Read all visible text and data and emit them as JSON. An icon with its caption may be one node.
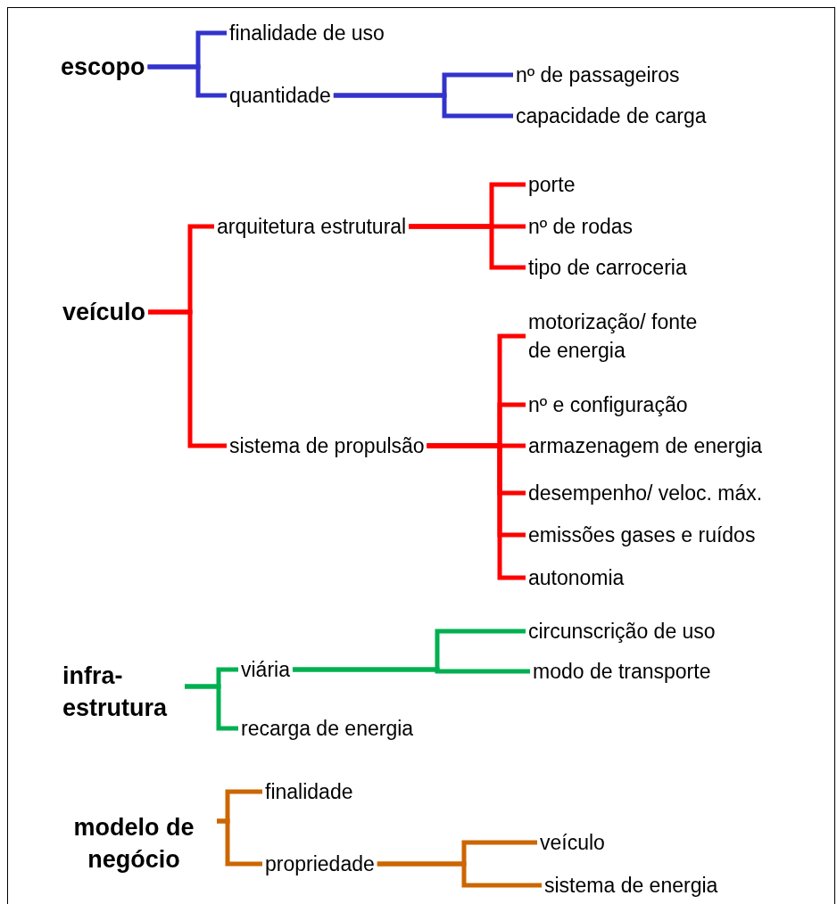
{
  "diagram": {
    "nodes": [
      {
        "text": [
          "escopo"
        ]
      },
      {
        "text": [
          "finalidade de uso"
        ]
      },
      {
        "text": [
          "quantidade"
        ]
      },
      {
        "text": [
          "nº de passageiros"
        ]
      },
      {
        "text": [
          "capacidade de carga"
        ]
      },
      {
        "text": [
          "veículo"
        ]
      },
      {
        "text": [
          "arquitetura estrutural"
        ]
      },
      {
        "text": [
          "porte"
        ]
      },
      {
        "text": [
          "nº de rodas"
        ]
      },
      {
        "text": [
          "tipo de carroceria"
        ]
      },
      {
        "text": [
          "sistema de propulsão"
        ]
      },
      {
        "text": [
          "motorização/ fonte de energia"
        ]
      },
      {
        "text": [
          "nº e configuração"
        ]
      },
      {
        "text": [
          "armazenagem de energia"
        ]
      },
      {
        "text": [
          "desempenho/ veloc. máx."
        ]
      },
      {
        "text": [
          "emissões gases e ruídos"
        ]
      },
      {
        "text": [
          "autonomia"
        ]
      },
      {
        "text": [
          "infra- estrutura"
        ]
      },
      {
        "text": [
          "viária"
        ]
      },
      {
        "text": [
          "recarga de energia"
        ]
      },
      {
        "text": [
          "circunscrição de uso"
        ]
      },
      {
        "text": [
          "modo de transporte"
        ]
      },
      {
        "text": [
          "modelo de negócio"
        ]
      },
      {
        "text": [
          "finalidade"
        ]
      },
      {
        "text": [
          "propriedade"
        ]
      },
      {
        "text": [
          "veículo"
        ]
      },
      {
        "text": [
          "sistema de energia"
        ]
      }
    ],
    "edges": [
      {
        "from": 0,
        "to": 1,
        "arrow": "none",
        "color": "#3333cc"
      },
      {
        "from": 0,
        "to": 2,
        "arrow": "none",
        "color": "#3333cc"
      },
      {
        "from": 2,
        "to": 3,
        "arrow": "none",
        "color": "#3333cc"
      },
      {
        "from": 2,
        "to": 4,
        "arrow": "none",
        "color": "#3333cc"
      },
      {
        "from": 5,
        "to": 6,
        "arrow": "none"
      },
      {
        "from": 5,
        "to": 10,
        "arrow": "none"
      },
      {
        "from": 6,
        "to": 7,
        "arrow": "none"
      },
      {
        "from": 6,
        "to": 8,
        "arrow": "none"
      },
      {
        "from": 6,
        "to": 9,
        "arrow": "none"
      },
      {
        "from": 10,
        "to": 11,
        "arrow": "none"
      },
      {
        "from": 10,
        "to": 12,
        "arrow": "none"
      },
      {
        "from": 10,
        "to": 13,
        "arrow": "none"
      },
      {
        "from": 10,
        "to": 14,
        "arrow": "none"
      },
      {
        "from": 10,
        "to": 15,
        "arrow": "none"
      },
      {
        "from": 10,
        "to": 16,
        "arrow": "none"
      },
      {
        "from": 17,
        "to": 18,
        "arrow": "none",
        "color": "#00b050"
      },
      {
        "from": 17,
        "to": 19,
        "arrow": "none",
        "color": "#00b050"
      },
      {
        "from": 18,
        "to": 20,
        "arrow": "none",
        "color": "#00b050"
      },
      {
        "from": 18,
        "to": 21,
        "arrow": "none",
        "color": "#00b050"
      },
      {
        "from": 22,
        "to": 23,
        "arrow": "none",
        "color": "#cc6600"
      },
      {
        "from": 22,
        "to": 24,
        "arrow": "none",
        "color": "#cc6600"
      },
      {
        "from": 24,
        "to": 25,
        "arrow": "none",
        "color": "#cc6600"
      },
      {
        "from": 24,
        "to": 26,
        "arrow": "none",
        "color": "#cc6600"
      }
    ]
  }
}
